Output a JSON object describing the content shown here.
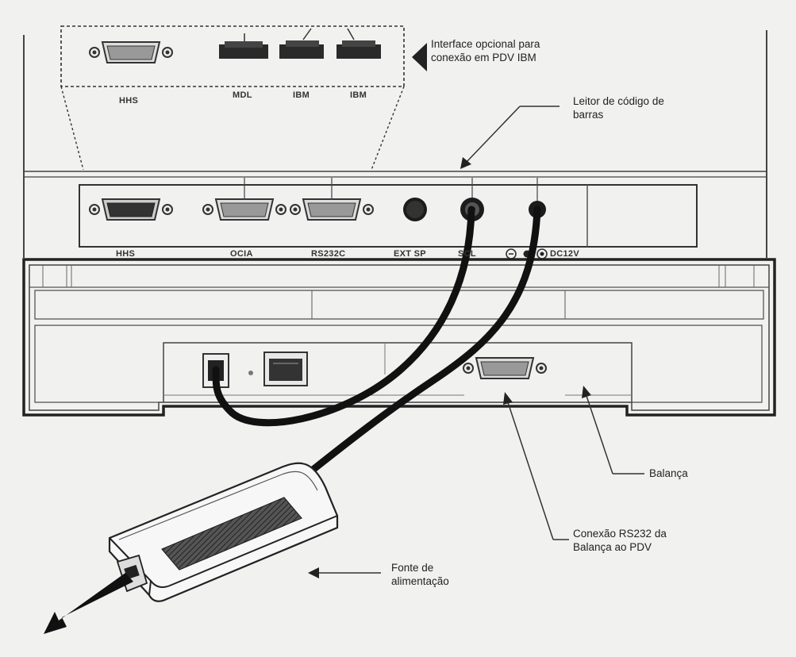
{
  "diagram": {
    "optional_interface": {
      "ports": [
        {
          "id": "hhs",
          "label": "HHS"
        },
        {
          "id": "mdl",
          "label": "MDL"
        },
        {
          "id": "ibm1",
          "label": "IBM"
        },
        {
          "id": "ibm2",
          "label": "IBM"
        }
      ],
      "callout": {
        "line1": "Interface opcional para",
        "line2": "conexão em PDV IBM"
      }
    },
    "rear_panel": {
      "ports": [
        {
          "id": "hhs",
          "label": "HHS"
        },
        {
          "id": "ocia",
          "label": "OCIA"
        },
        {
          "id": "rs232c",
          "label": "RS232C"
        },
        {
          "id": "ext_sp",
          "label": "EXT SP"
        },
        {
          "id": "scl",
          "label": "SCL"
        },
        {
          "id": "dc12v",
          "label": "DC12V"
        }
      ]
    },
    "callouts": {
      "barcode": {
        "line1": "Leitor de código de",
        "line2": "barras"
      },
      "scale": {
        "text": "Balança"
      },
      "rs232": {
        "line1": "Conexão RS232 da",
        "line2": "Balança ao PDV"
      },
      "power": {
        "line1": "Fonte de",
        "line2": "alimentação"
      }
    }
  }
}
